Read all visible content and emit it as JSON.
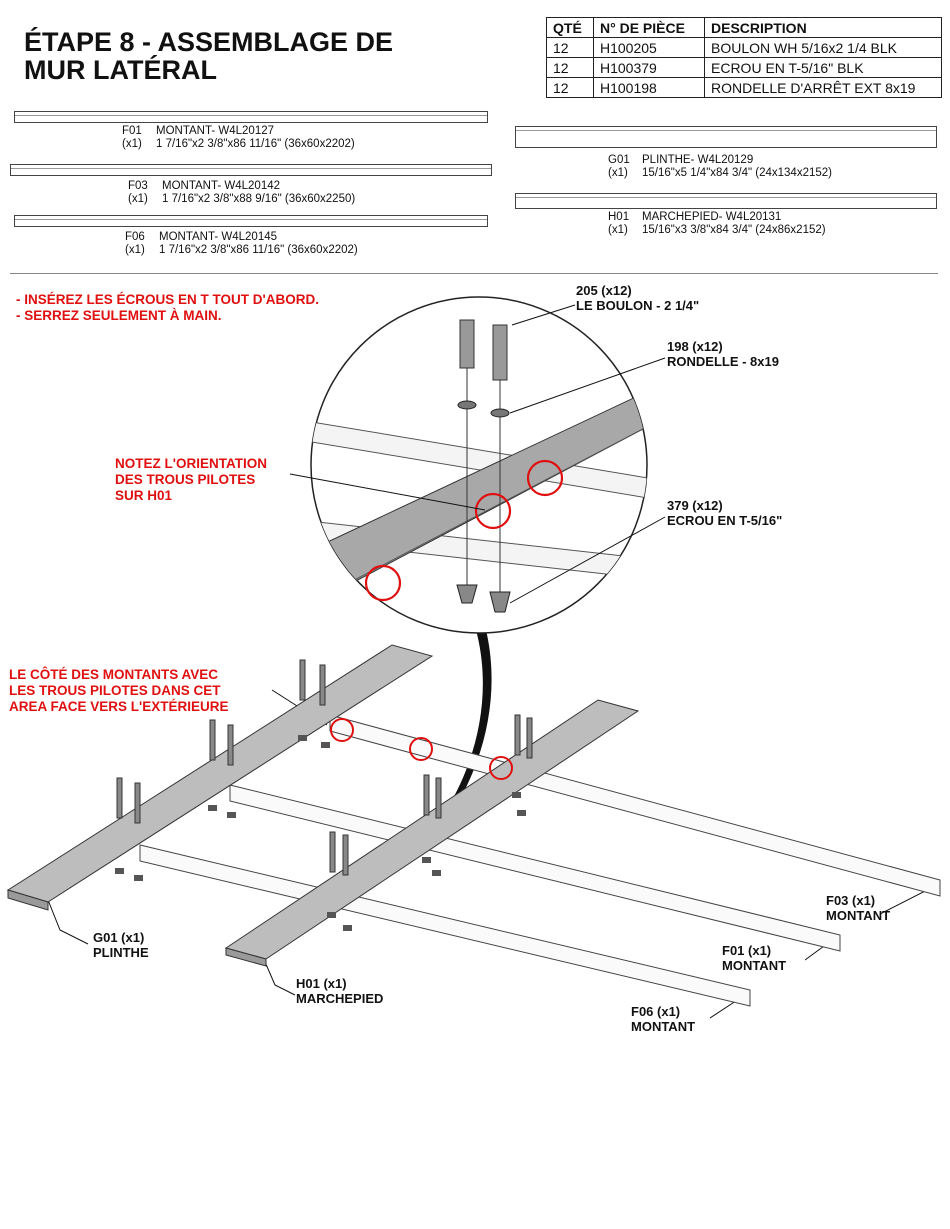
{
  "title": {
    "line1": "ÉTAPE 8 - ASSEMBLAGE DE",
    "line2": "MUR LATÉRAL"
  },
  "parts_table": {
    "headers": [
      "QTÉ",
      "N° DE PIÈCE",
      "DESCRIPTION"
    ],
    "rows": [
      [
        "12",
        "H100205",
        "BOULON WH 5/16x2 1/4 BLK"
      ],
      [
        "12",
        "H100379",
        "ECROU EN T-5/16\" BLK"
      ],
      [
        "12",
        "H100198",
        "RONDELLE D'ARRÊT EXT 8x19"
      ]
    ]
  },
  "components": {
    "f01": {
      "code": "F01",
      "qty": "(x1)",
      "name": "MONTANT- W4L20127",
      "dims": "1 7/16\"x2 3/8\"x86 11/16\" (36x60x2202)"
    },
    "f03": {
      "code": "F03",
      "qty": "(x1)",
      "name": "MONTANT- W4L20142",
      "dims": "1 7/16\"x2 3/8\"x88 9/16\" (36x60x2250)"
    },
    "f06": {
      "code": "F06",
      "qty": "(x1)",
      "name": "MONTANT- W4L20145",
      "dims": "1 7/16\"x2 3/8\"x86 11/16\" (36x60x2202)"
    },
    "g01": {
      "code": "G01",
      "qty": "(x1)",
      "name": "PLINTHE- W4L20129",
      "dims": "15/16\"x5 1/4\"x84 3/4\" (24x134x2152)"
    },
    "h01": {
      "code": "H01",
      "qty": "(x1)",
      "name": "MARCHEPIED- W4L20131",
      "dims": "15/16\"x3 3/8\"x84 3/4\" (24x86x2152)"
    }
  },
  "notes": {
    "instructions": [
      "- INSÉREZ LES ÉCROUS EN T TOUT D'ABORD.",
      "- SERREZ SEULEMENT À MAIN."
    ],
    "orientation": [
      "NOTEZ L'ORIENTATION",
      "DES TROUS PILOTES",
      "SUR H01"
    ],
    "pilot_side": [
      "LE CÔTÉ DES MONTANTS AVEC",
      "LES TROUS PILOTES DANS CET",
      "AREA FACE VERS L'EXTÉRIEURE"
    ]
  },
  "callouts": {
    "bolt": [
      "205 (x12)",
      "LE BOULON - 2 1/4\""
    ],
    "washer": [
      "198 (x12)",
      "RONDELLE - 8x19"
    ],
    "nut": [
      "379 (x12)",
      "ECROU EN T-5/16\""
    ],
    "g01": [
      "G01 (x1)",
      "PLINTHE"
    ],
    "h01": [
      "H01 (x1)",
      "MARCHEPIED"
    ],
    "f03": [
      "F03 (x1)",
      "MONTANT"
    ],
    "f01": [
      "F01 (x1)",
      "MONTANT"
    ],
    "f06": [
      "F06 (x1)",
      "MONTANT"
    ]
  },
  "colors": {
    "highlight": "#e01010",
    "board": "#bdbdbd",
    "board_edge": "#444444"
  }
}
